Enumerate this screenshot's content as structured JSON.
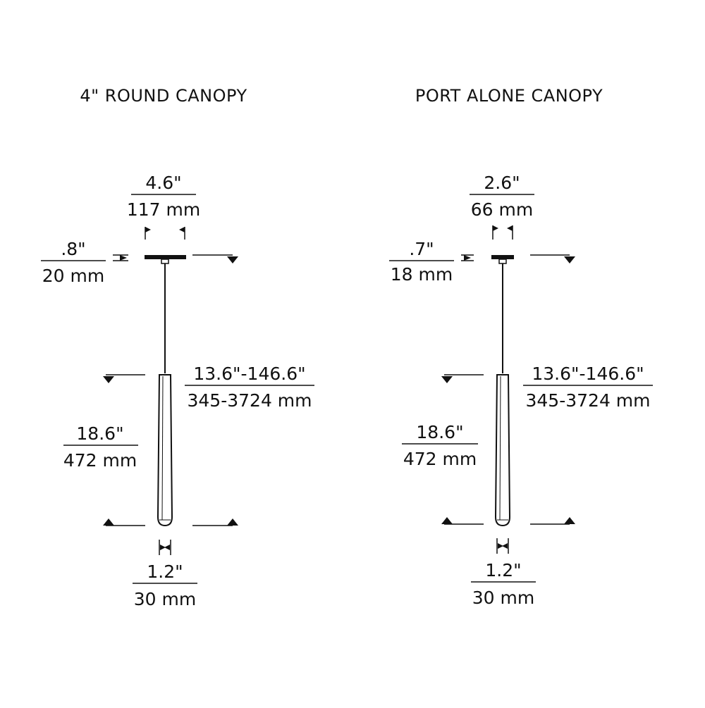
{
  "colors": {
    "ink": "#111111",
    "background": "#ffffff"
  },
  "left_drawing": {
    "title": "4\" ROUND CANOPY",
    "canopy_width": {
      "imperial": "4.6\"",
      "metric": "117 mm"
    },
    "canopy_height": {
      "imperial": ".8\"",
      "metric": "20 mm"
    },
    "cable_length": {
      "imperial": "13.6\"-146.6\"",
      "metric": "345-3724 mm"
    },
    "pendant_length": {
      "imperial": "18.6\"",
      "metric": "472 mm"
    },
    "pendant_diameter": {
      "imperial": "1.2\"",
      "metric": "30 mm"
    }
  },
  "right_drawing": {
    "title": "PORT ALONE CANOPY",
    "canopy_width": {
      "imperial": "2.6\"",
      "metric": "66 mm"
    },
    "canopy_height": {
      "imperial": ".7\"",
      "metric": "18 mm"
    },
    "cable_length": {
      "imperial": "13.6\"-146.6\"",
      "metric": "345-3724 mm"
    },
    "pendant_length": {
      "imperial": "18.6\"",
      "metric": "472 mm"
    },
    "pendant_diameter": {
      "imperial": "1.2\"",
      "metric": "30 mm"
    }
  }
}
